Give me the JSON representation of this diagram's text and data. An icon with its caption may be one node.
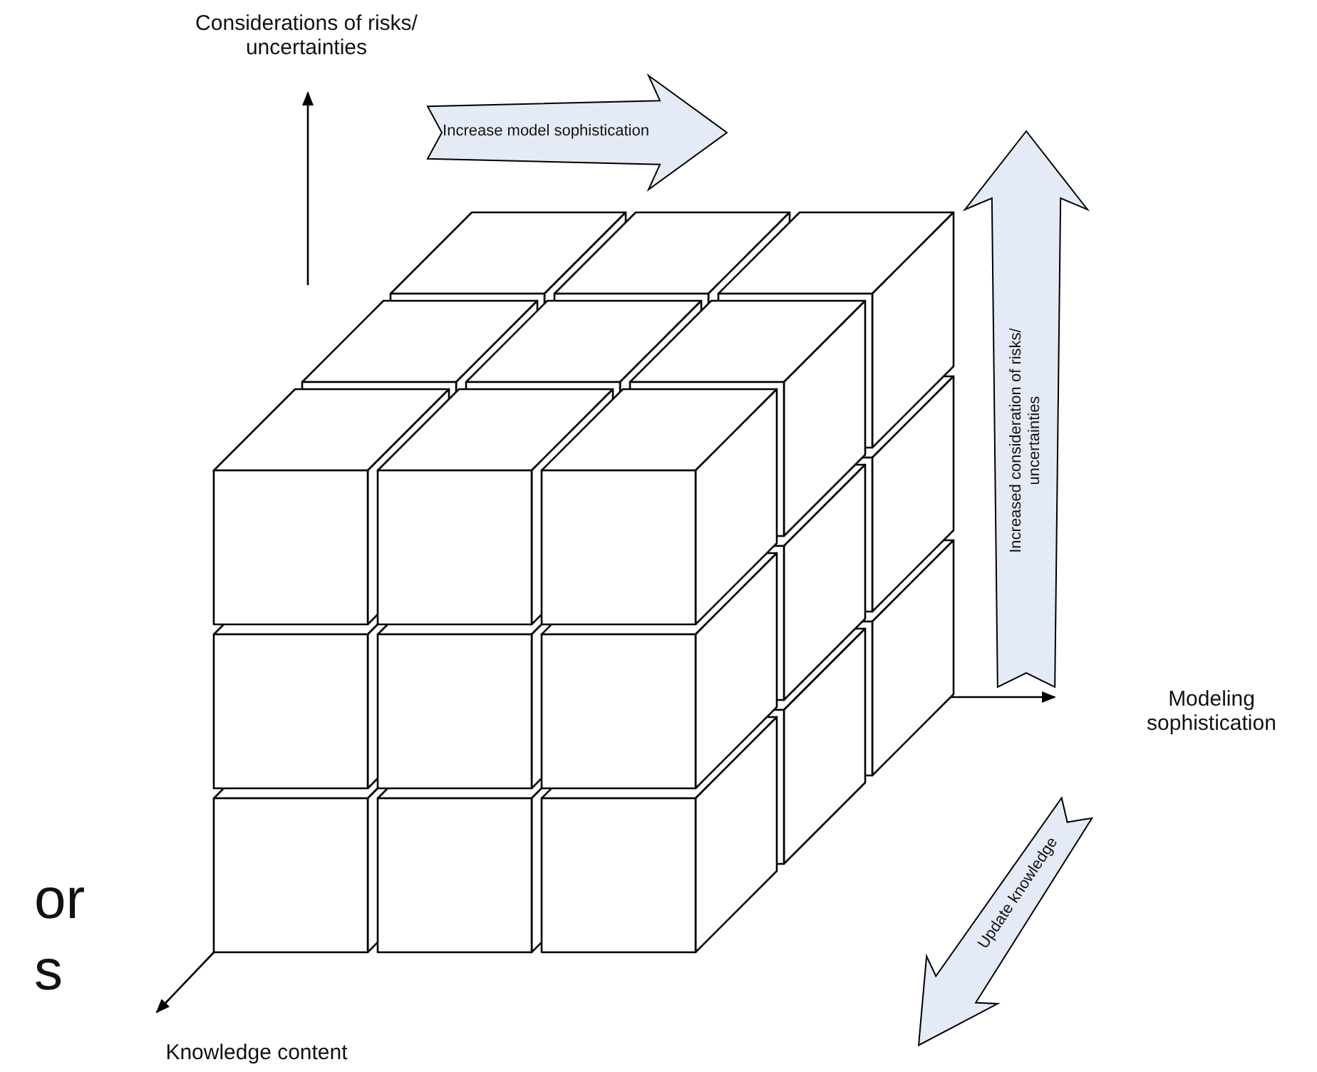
{
  "diagram": {
    "nodes": [
      {
        "text": [
          "Increase model sophistication"
        ]
      },
      {
        "text": [
          "Increased consideration of risks/ uncertainties"
        ]
      },
      {
        "text": [
          "Update knowledge"
        ]
      }
    ],
    "labels": [
      "Considerations of risks/ uncertainties",
      "Modeling sophistication",
      "Knowledge content",
      "or",
      "s"
    ]
  }
}
